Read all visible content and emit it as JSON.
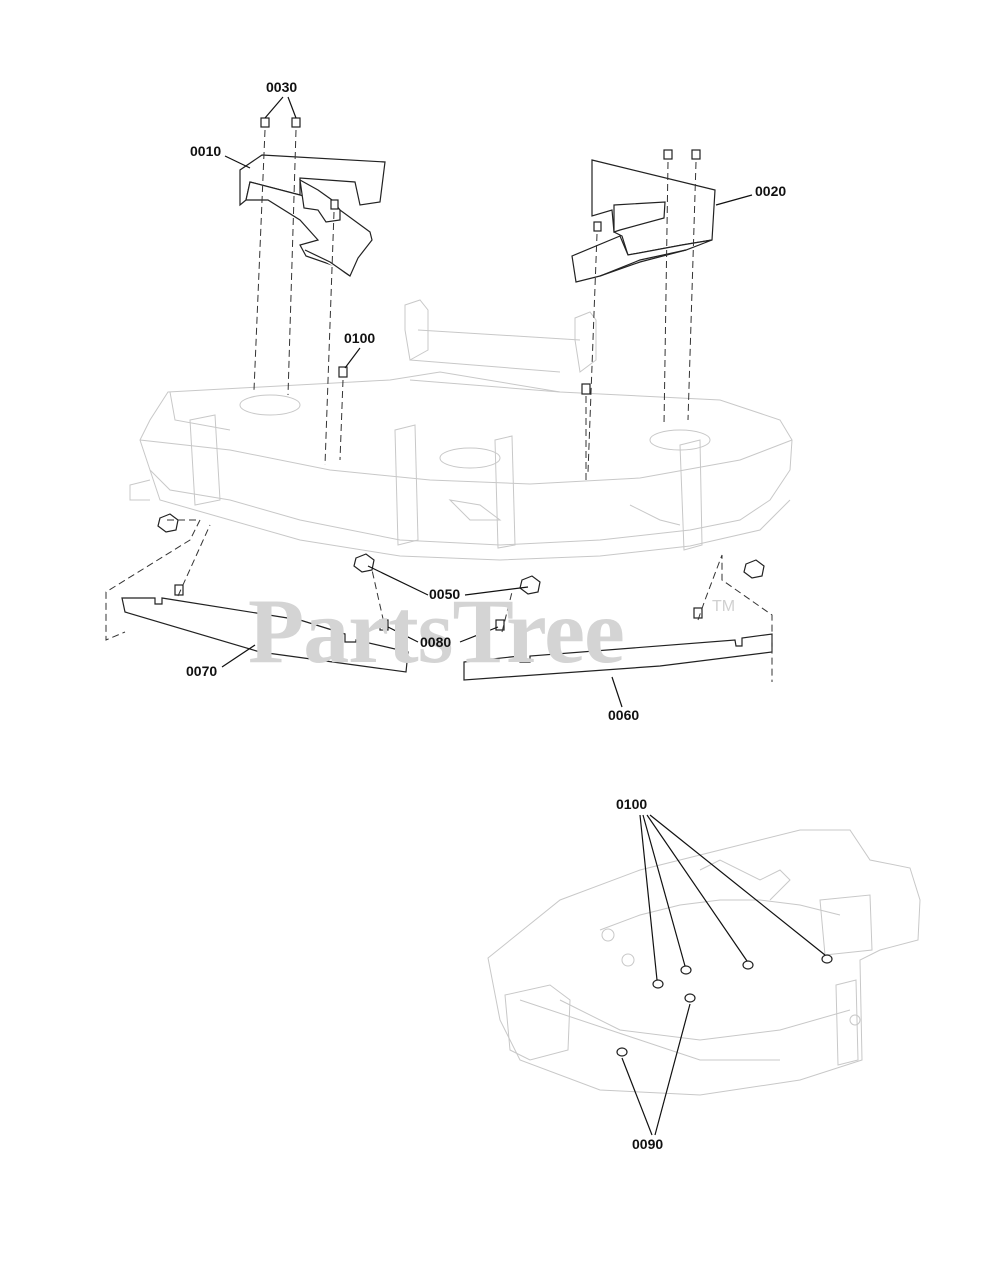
{
  "diagram": {
    "watermark": "PartsTree",
    "trademark": "TM",
    "callouts": {
      "c0030": "0030",
      "c0010": "0010",
      "c0020": "0020",
      "c0100_top": "0100",
      "c0050": "0050",
      "c0080": "0080",
      "c0070": "0070",
      "c0060": "0060",
      "c0100_detail": "0100",
      "c0090": "0090"
    }
  }
}
